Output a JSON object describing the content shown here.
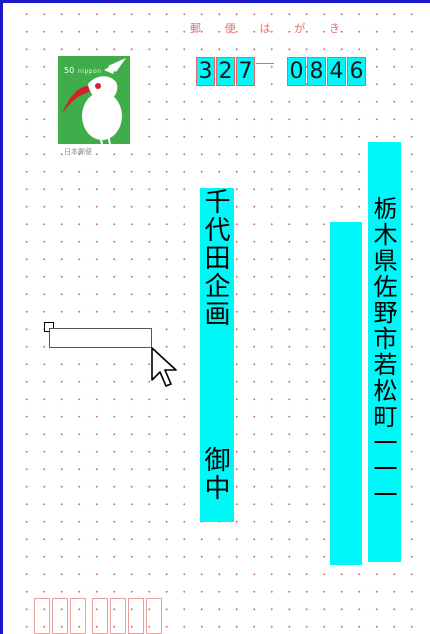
{
  "postcard": {
    "header_chars": [
      "郵",
      "便",
      "は",
      "が",
      "き"
    ],
    "stamp": {
      "face_value": "50",
      "brand": "nippon",
      "caption": "日本郵便",
      "icon": "crested-ibis-stamp-icon"
    },
    "postal_code_digits": [
      "3",
      "2",
      "7",
      "0",
      "8",
      "4",
      "6"
    ],
    "recipient_address": "栃木県佐野市若松町一一一",
    "recipient_name": "千代田企画",
    "honorific": "御中"
  },
  "colors": {
    "window_border": "#1c17c8",
    "field_highlight": "#00f7f7",
    "grid_dot": "#d66a6a",
    "stamp_green": "#3fae4a",
    "stamp_beak": "#d71f2c"
  }
}
